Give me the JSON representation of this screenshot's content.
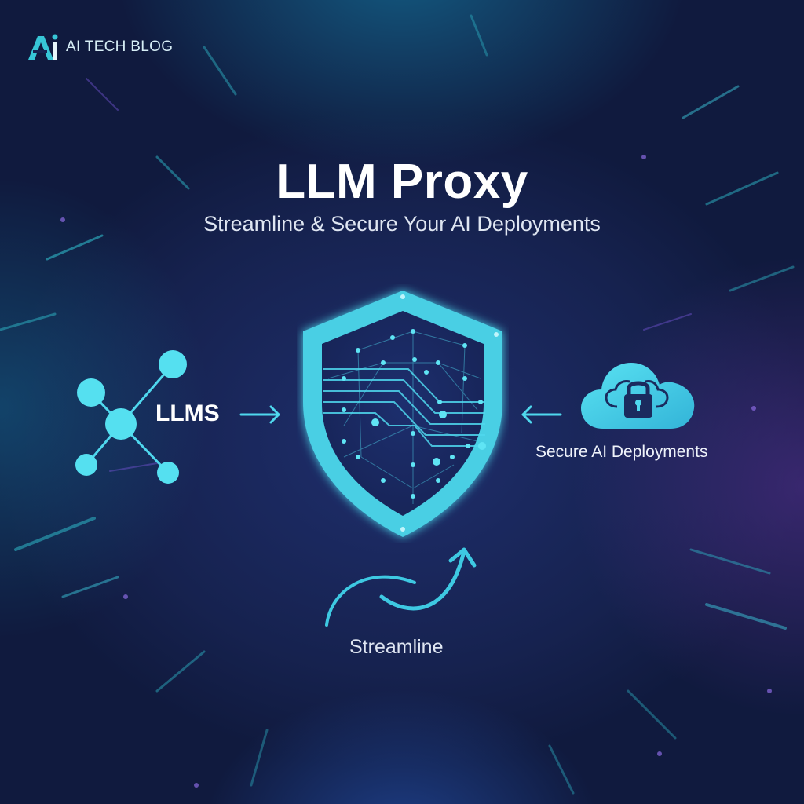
{
  "brand": {
    "logo_icon": "ai-monogram-logo",
    "name": "AI TECH BLOG"
  },
  "hero": {
    "title": "LLM Proxy",
    "subtitle": "Streamline & Secure Your AI Deployments"
  },
  "diagram": {
    "left": {
      "icon": "network-nodes-icon",
      "label": "LLMS",
      "arrow": "arrow-right-icon"
    },
    "center": {
      "icon": "shield-circuit-icon"
    },
    "right": {
      "icon": "cloud-lock-icon",
      "label": "Secure AI Deployments",
      "arrow": "arrow-left-icon"
    },
    "bottom": {
      "icon": "curved-arrow-up-icon",
      "label": "Streamline"
    }
  },
  "colors": {
    "background": "#16224f",
    "accent_cyan": "#4fd8ee",
    "accent_teal_glow": "#146e96",
    "accent_purple": "#5a3296",
    "text_primary": "#ffffff",
    "text_secondary": "#dfe6f2"
  }
}
